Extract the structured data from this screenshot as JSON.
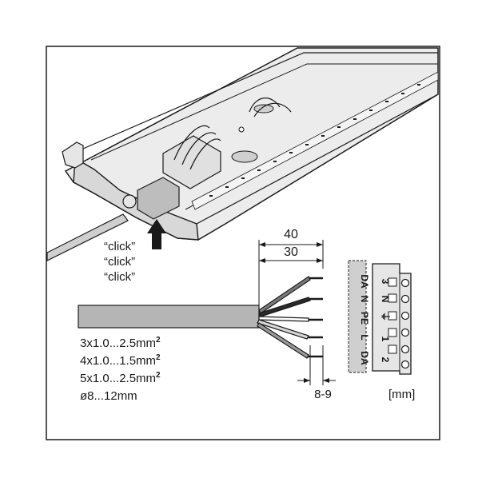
{
  "click_labels": [
    "“click”",
    "“click”",
    "“click”"
  ],
  "dimensions": {
    "outer_sheath_strip": "40",
    "inner_sheath_strip": "30",
    "conductor_strip": "8-9",
    "unit": "[mm]"
  },
  "cable_specs": [
    {
      "text": "3x1.0...2.5mm",
      "sup": "2"
    },
    {
      "text": "4x1.0...1.5mm",
      "sup": "2"
    },
    {
      "text": "5x1.0...2.5mm",
      "sup": "2"
    },
    {
      "text": "ø8...12mm",
      "sup": ""
    }
  ],
  "terminal_strip_labels": [
    "DA",
    "N",
    "PE",
    "L",
    "DA"
  ],
  "connector_numbers": [
    "3",
    "N",
    "⏚",
    "1",
    "2"
  ],
  "colors": {
    "line": "#1a1a1a",
    "cable_grey": "#b5b5b5",
    "housing_grey": "#dcdcdc",
    "label_strip": "#cfcfcf"
  }
}
